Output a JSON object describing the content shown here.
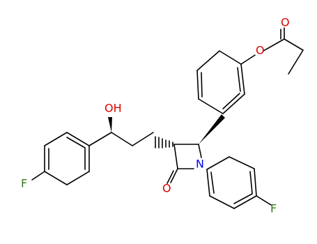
{
  "atom_labels": {
    "hydroxyl": "OH",
    "ester_oxygen": "O",
    "carbonyl_oxygen_acetate": "O",
    "lactam_oxygen": "O",
    "nitrogen": "N",
    "fluorine_left": "F",
    "fluorine_right": "F"
  },
  "colors": {
    "bond": "#000000",
    "oxygen": "#e00000",
    "nitrogen": "#0000ee",
    "fluorine": "#3a7a20",
    "background": "#ffffff"
  }
}
